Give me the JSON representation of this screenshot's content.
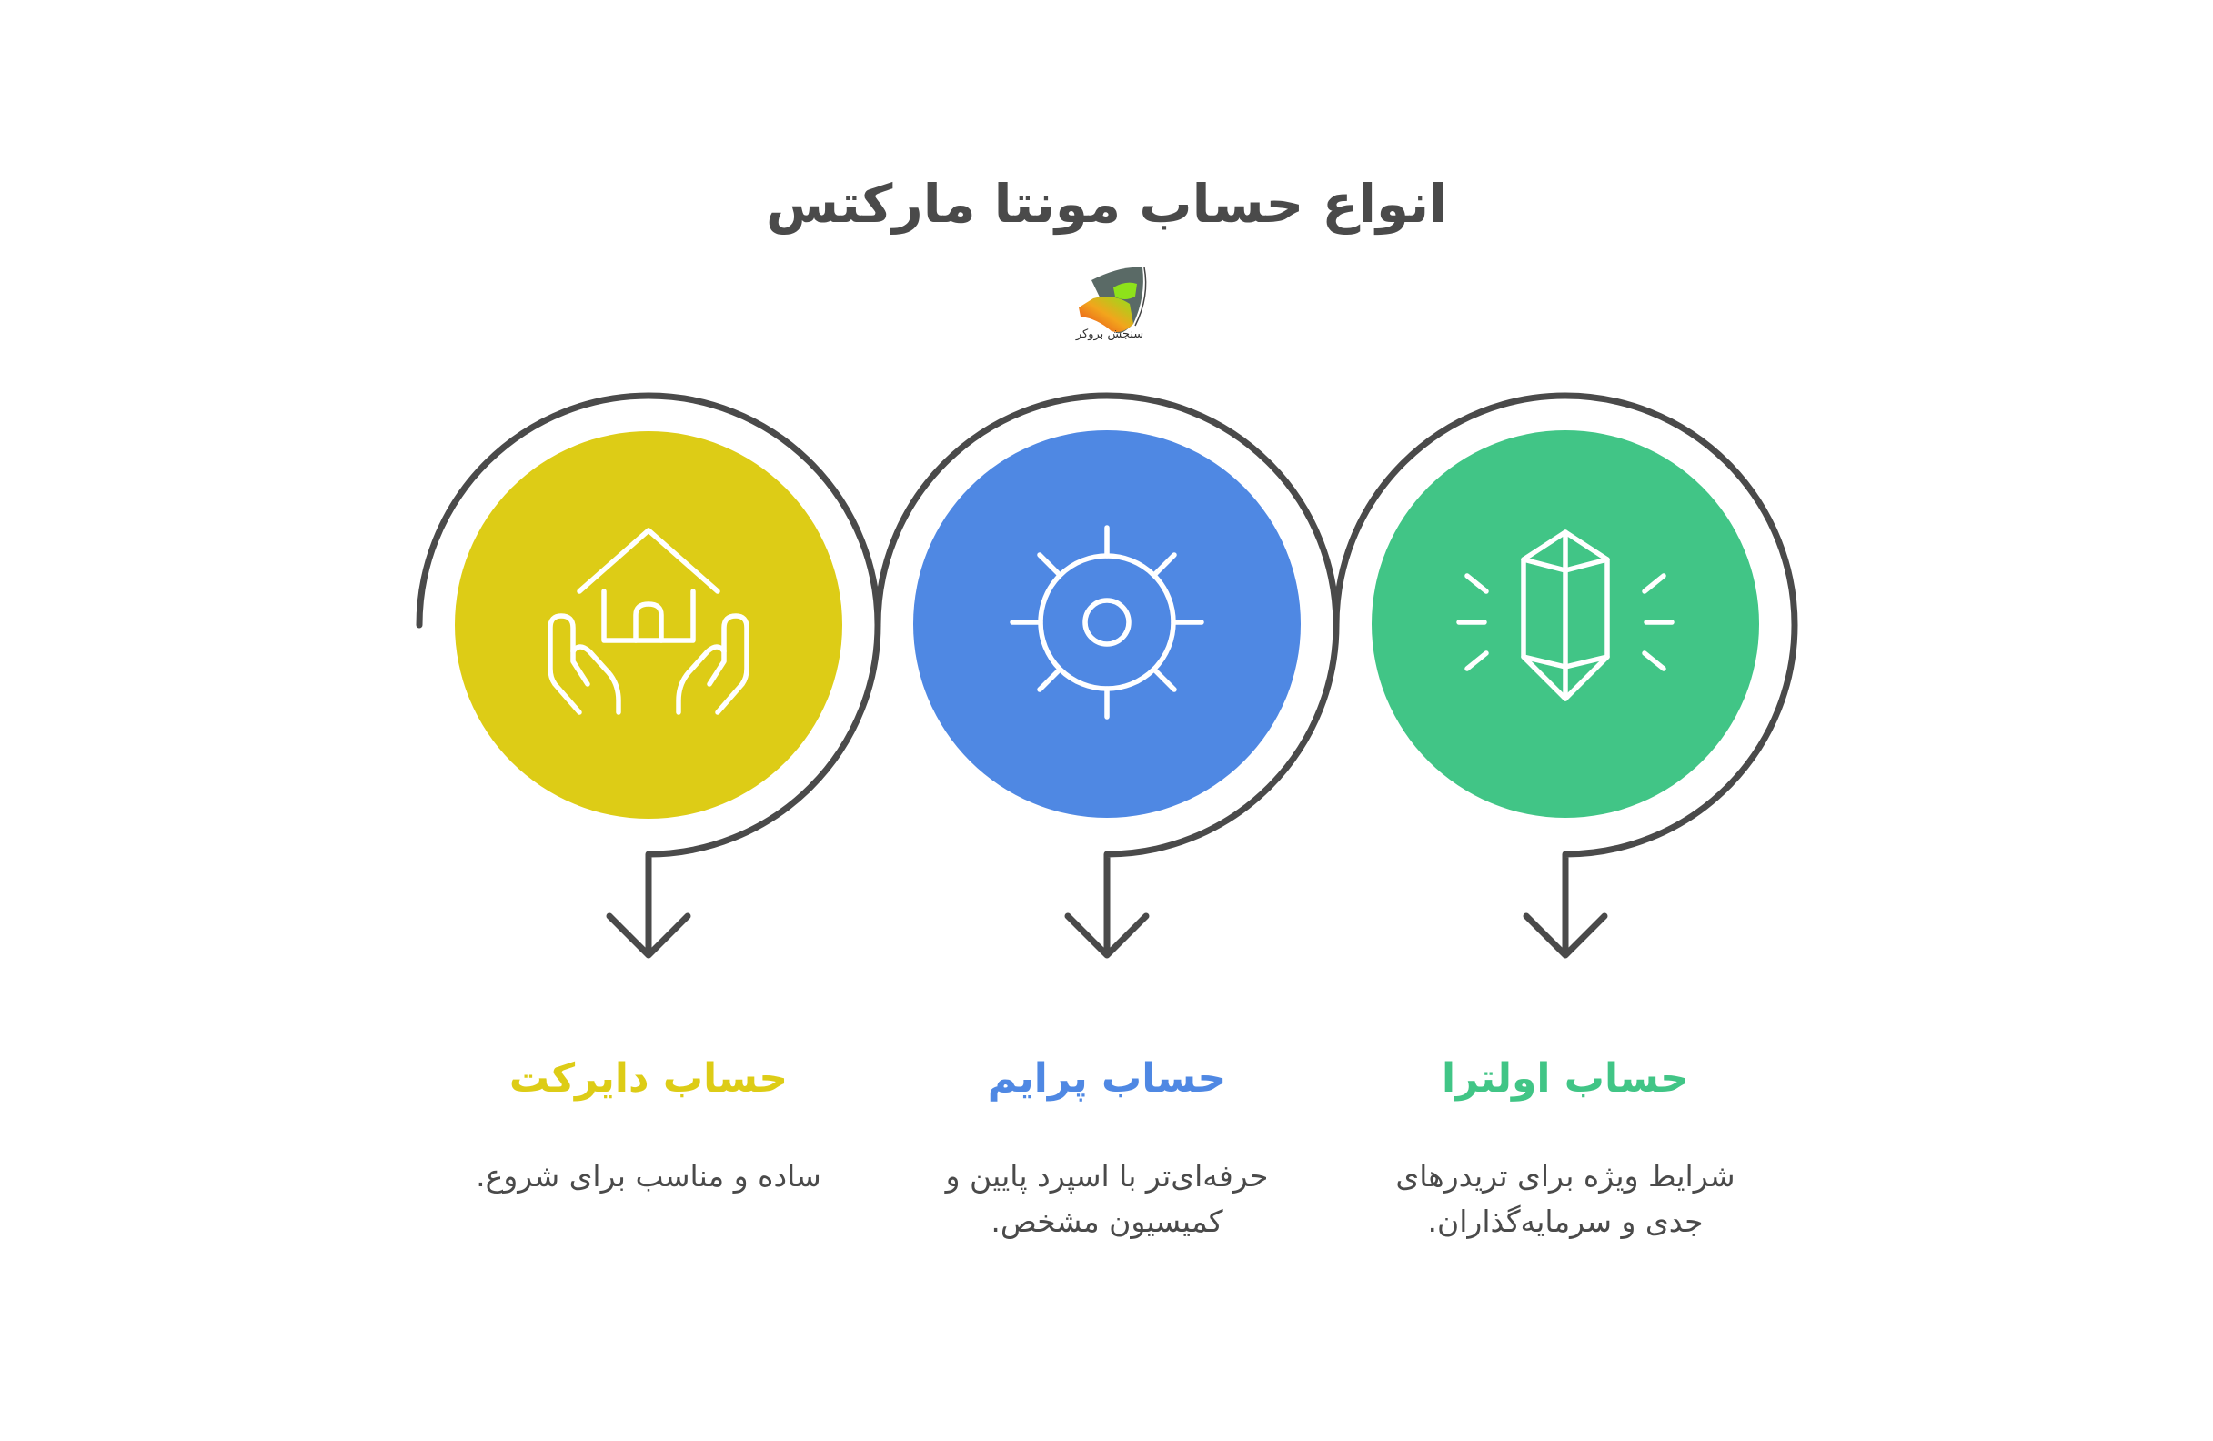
{
  "title": "انواع حساب مونتا مارکتس",
  "logo": {
    "icon": "brand-logo-bull-lion-shield",
    "text": "سنجش بروکر"
  },
  "colors": {
    "yellow": "#DDCC16",
    "blue": "#4F88E3",
    "green": "#41C586",
    "line": "#4a4a4a",
    "text": "#4a4a4a"
  },
  "steps": [
    {
      "heading": "حساب دایرکت",
      "description": "ساده و مناسب برای شروع.",
      "icon": "hands-holding-house-icon",
      "color": "#DDCC16"
    },
    {
      "heading": "حساب پرایم",
      "description": "حرفه‌ای‌تر با اسپرد پایین و کمیسیون مشخص.",
      "icon": "sun-gear-icon",
      "color": "#4F88E3"
    },
    {
      "heading": "حساب اولترا",
      "description": "شرایط ویژه برای تریدرهای جدی و سرمایه‌گذاران.",
      "icon": "crystal-icon",
      "color": "#41C586"
    }
  ]
}
